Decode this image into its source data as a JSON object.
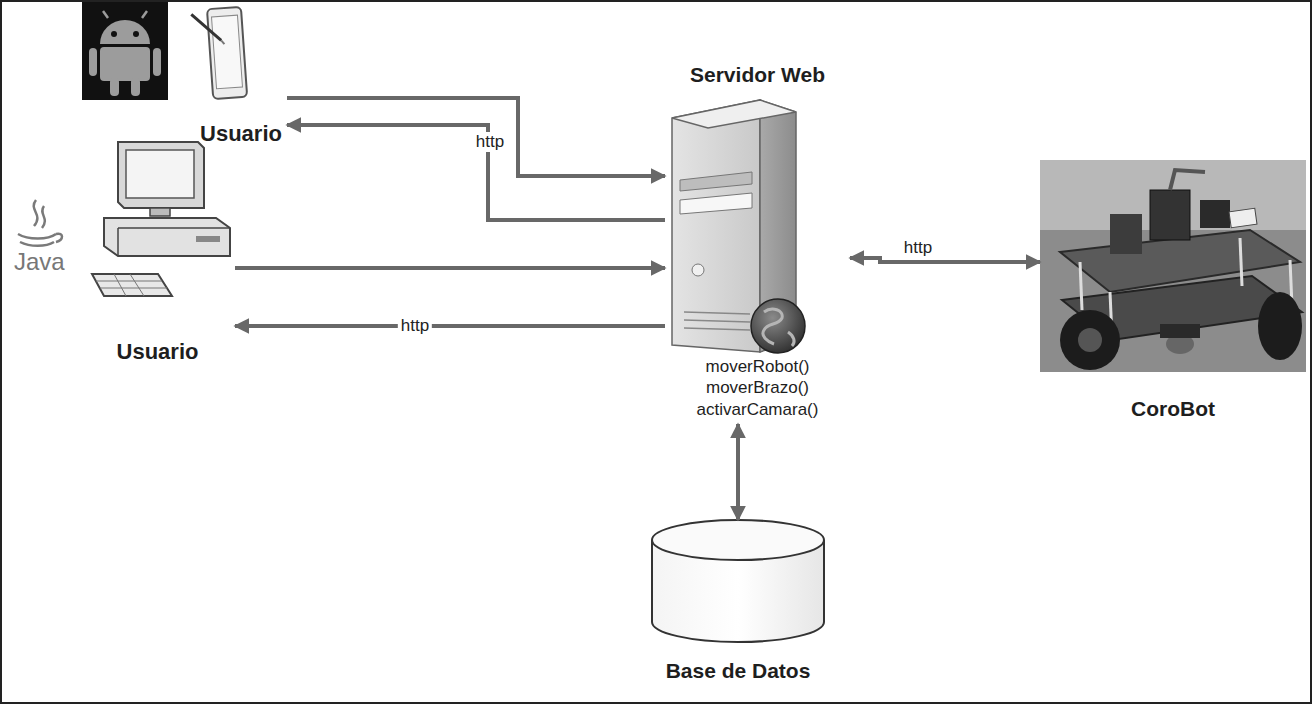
{
  "diagram": {
    "nodes": [
      {
        "text": [
          "Usuario"
        ]
      },
      {
        "text": [
          "Usuario"
        ]
      },
      {
        "text": [
          "Servidor Web",
          "moverRobot() moverBrazo() activarCamara()"
        ]
      },
      {
        "text": [
          "CoroBot"
        ]
      },
      {
        "text": [
          "Base de Datos"
        ]
      }
    ],
    "edges": [
      {
        "from": 0,
        "to": 2,
        "arrow": "to"
      },
      {
        "from": 2,
        "to": 0,
        "label": "http",
        "arrow": "to"
      },
      {
        "from": 1,
        "to": 2,
        "arrow": "to"
      },
      {
        "from": 2,
        "to": 1,
        "label": "http",
        "arrow": "to"
      },
      {
        "from": 2,
        "to": 3,
        "label": "http",
        "arrow": "both"
      },
      {
        "from": 2,
        "to": 4,
        "arrow": "both"
      }
    ],
    "labels": [
      "Java"
    ]
  }
}
